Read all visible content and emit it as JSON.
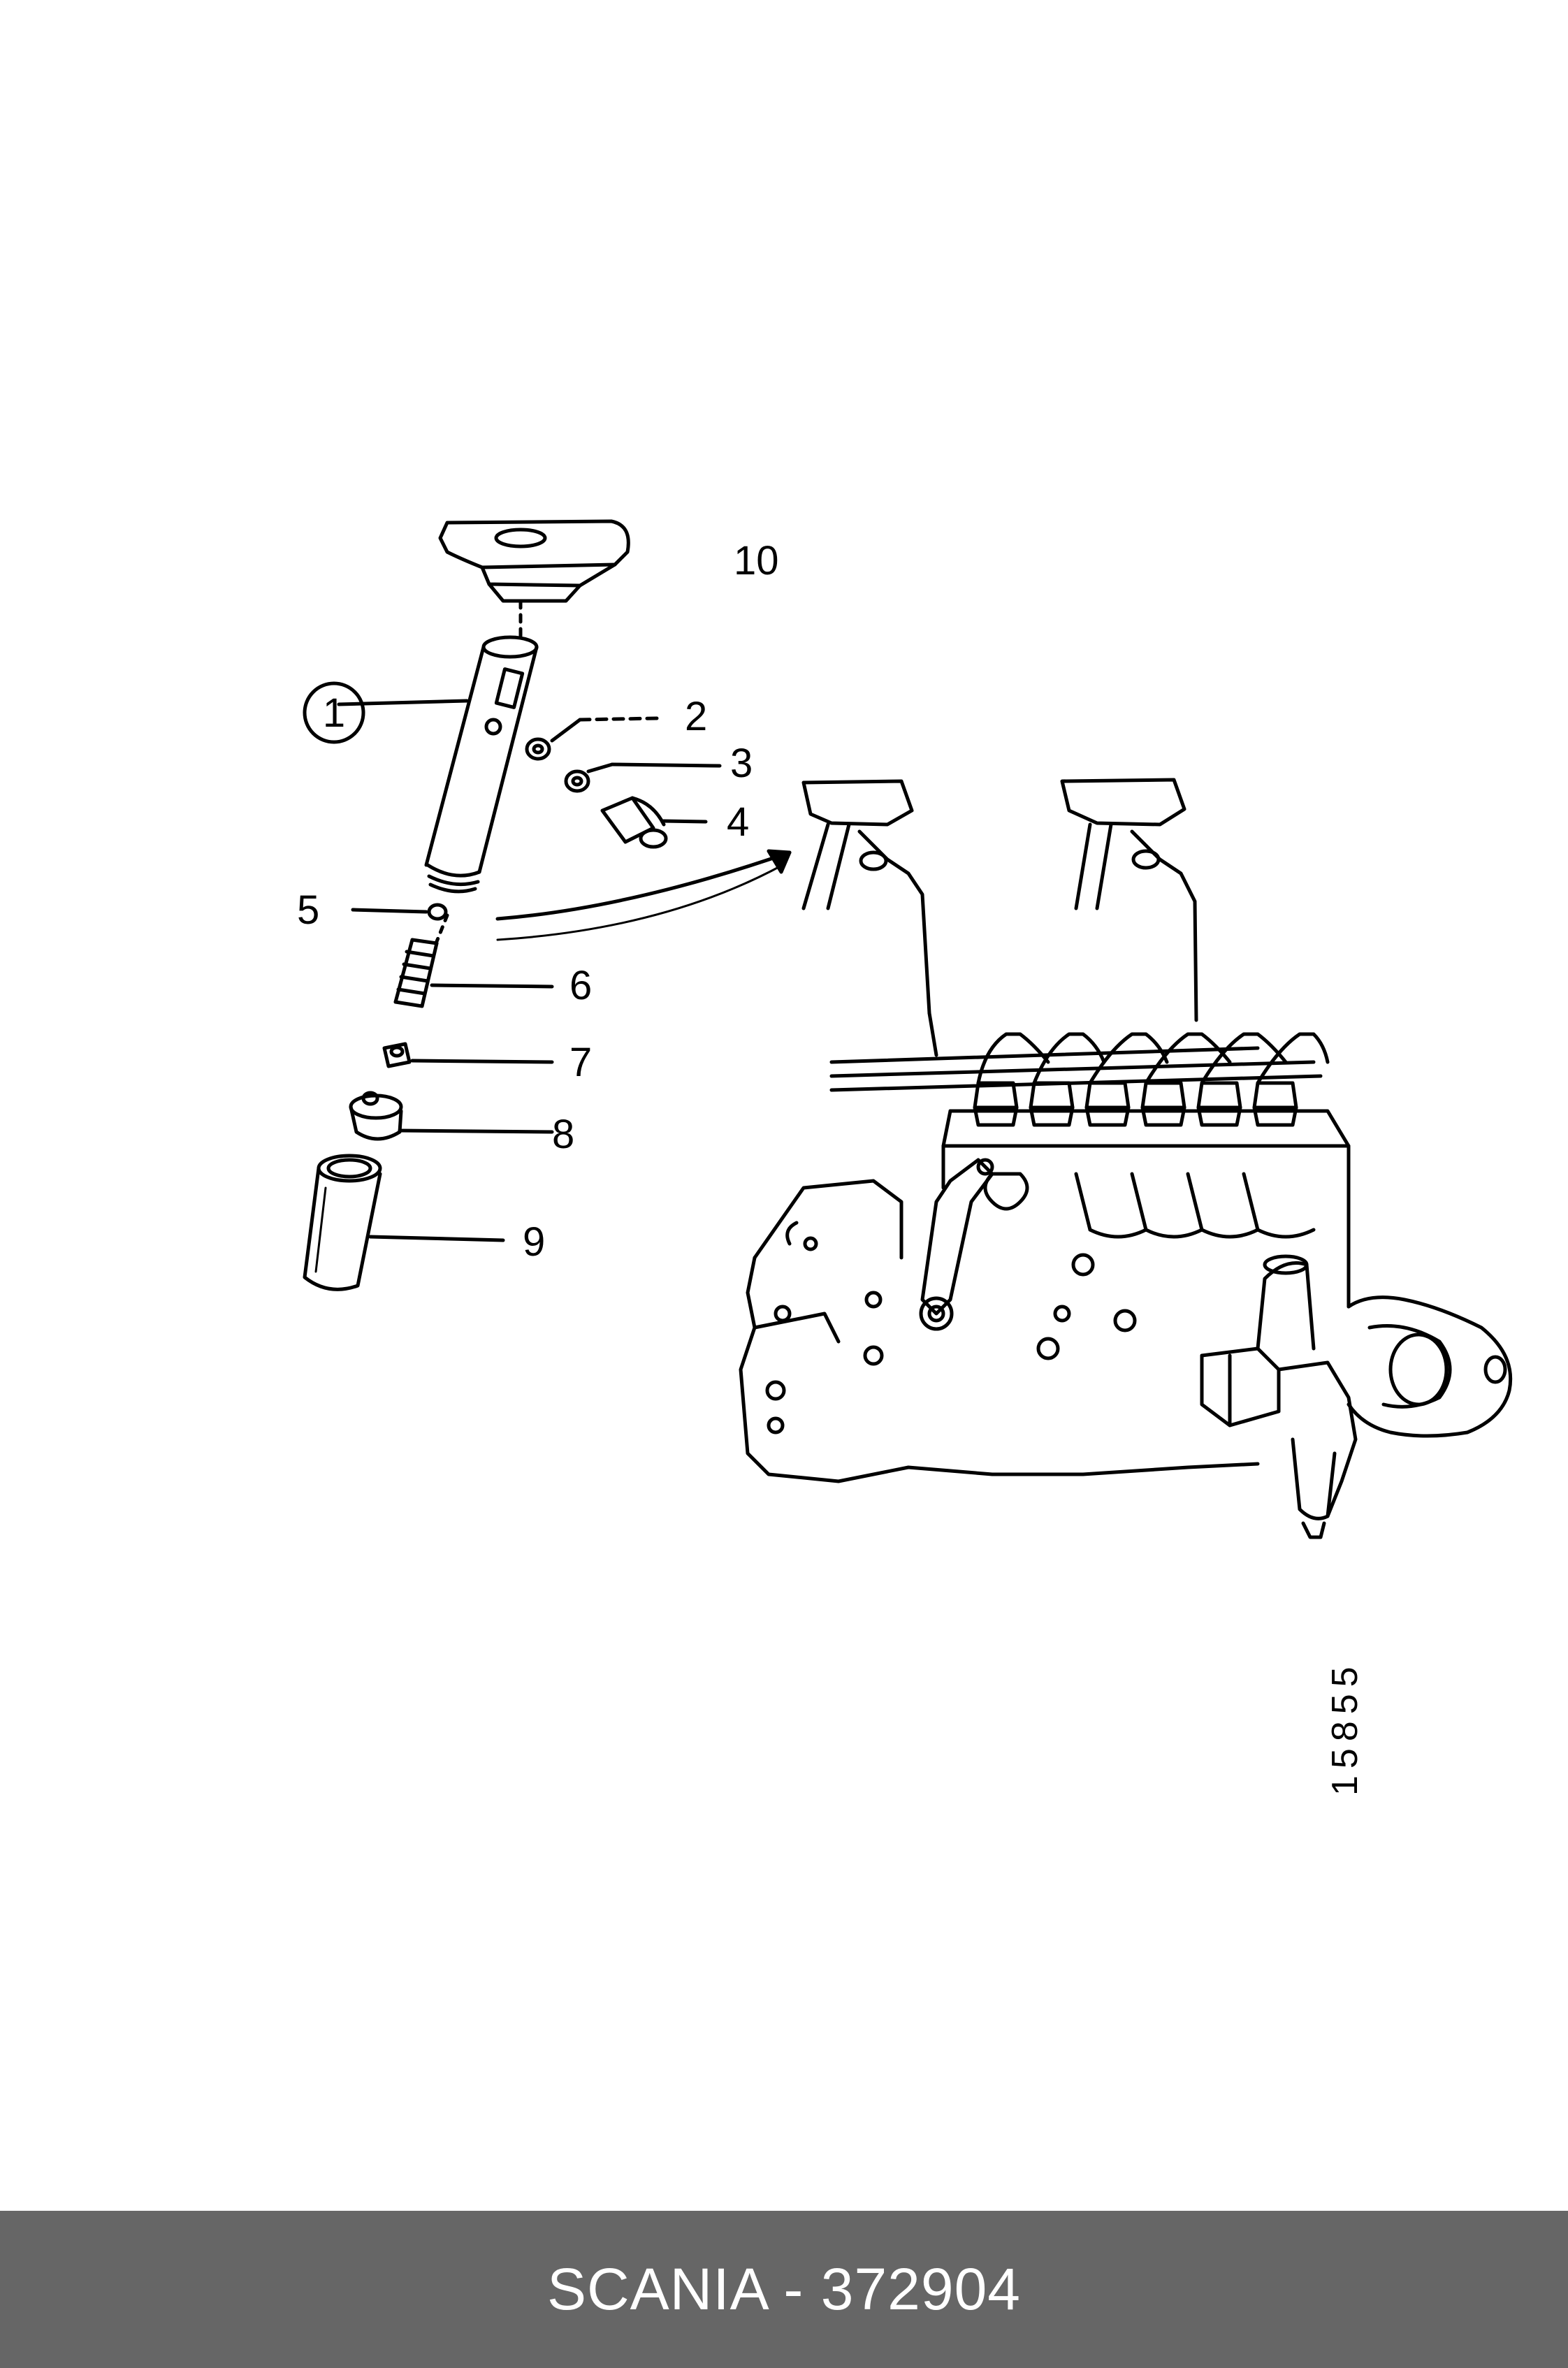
{
  "diagram": {
    "callouts": [
      {
        "id": "1",
        "label": "1"
      },
      {
        "id": "2",
        "label": "2"
      },
      {
        "id": "3",
        "label": "3"
      },
      {
        "id": "4",
        "label": "4"
      },
      {
        "id": "5",
        "label": "5"
      },
      {
        "id": "6",
        "label": "6"
      },
      {
        "id": "7",
        "label": "7"
      },
      {
        "id": "8",
        "label": "8"
      },
      {
        "id": "9",
        "label": "9"
      },
      {
        "id": "10",
        "label": "10"
      }
    ],
    "figure_number": "15855"
  },
  "footer": {
    "text": "SCANIA - 372904"
  },
  "colors": {
    "line": "#000000",
    "footer_bg": "#666666",
    "footer_text": "#ffffff",
    "background": "#ffffff"
  }
}
